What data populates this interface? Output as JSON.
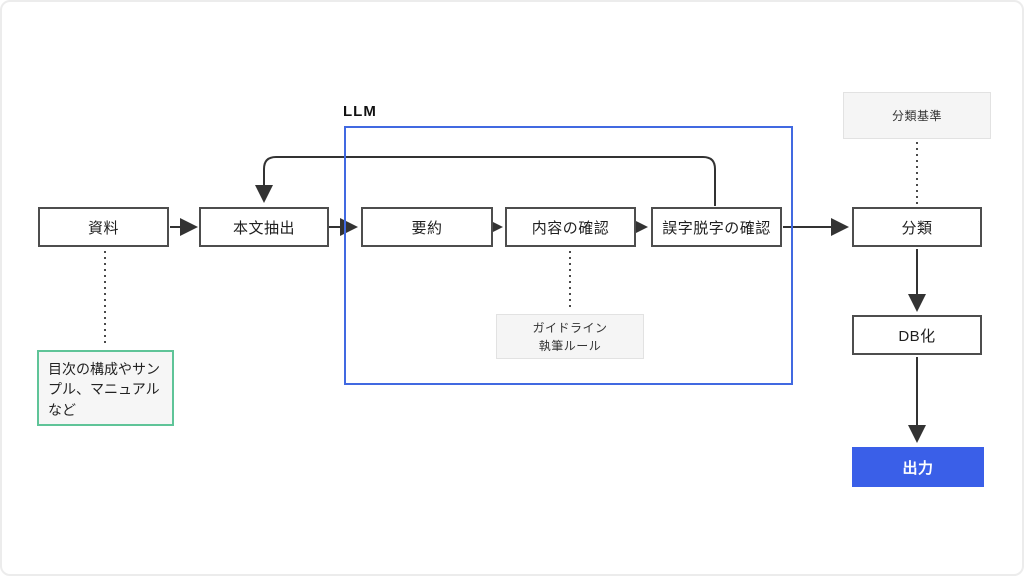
{
  "diagram": {
    "group": {
      "label": "LLM"
    },
    "nodes": {
      "documents": {
        "label": "資料"
      },
      "text_extraction": {
        "label": "本文抽出"
      },
      "summary": {
        "label": "要約"
      },
      "content_check": {
        "label": "内容の確認"
      },
      "typo_check": {
        "label": "誤字脱字の確認"
      },
      "classification": {
        "label": "分類"
      },
      "db": {
        "label": "DB化"
      },
      "output": {
        "label": "出力"
      },
      "classification_criteria": {
        "label": "分類基準"
      },
      "guideline_rules": {
        "label": "ガイドライン\n執筆ルール"
      },
      "reference_note": {
        "label": "目次の構成やサンプル、マニュアルなど"
      }
    },
    "colors": {
      "accent_blue": "#3a5fe8",
      "llm_border": "#4169e1",
      "node_border": "#4d4d4d",
      "gray_fill": "#f5f5f5",
      "gray_border": "#e2e2e2",
      "green_border": "#5fc498",
      "arrow": "#333333",
      "output_text": "#ffffff"
    }
  }
}
